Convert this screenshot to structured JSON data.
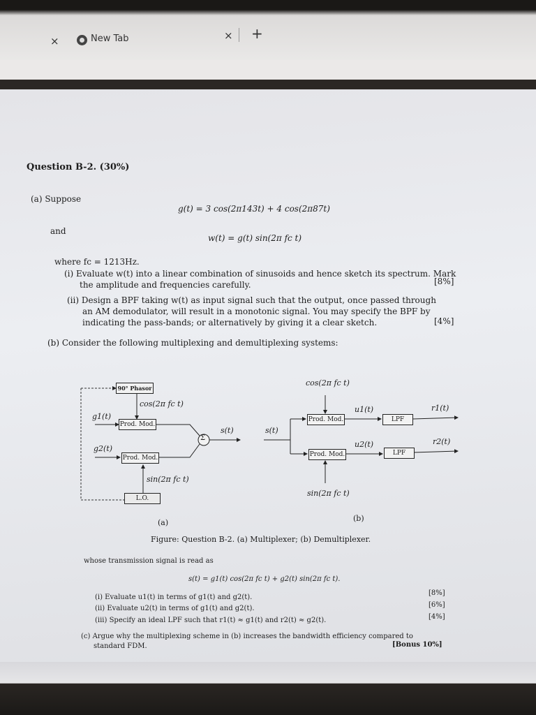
{
  "browser": {
    "tab_close_left": "×",
    "tab_title": "New Tab",
    "tab_close": "×",
    "new_tab": "+"
  },
  "question": {
    "heading": "Question B-2. (30%)",
    "part_a": {
      "label": "(a) Suppose",
      "eq1": "g(t) = 3 cos(2π143t) + 4 cos(2π87t)",
      "and": "and",
      "eq2": "w(t) = g(t) sin(2π fc t)",
      "where": "where fc = 1213Hz.",
      "i_line1": "(i) Evaluate w(t) into a linear combination of sinusoids and hence sketch its spectrum. Mark",
      "i_line2": "the amplitude and frequencies carefully.",
      "i_marks": "[8%]",
      "ii_line1": "(ii) Design a BPF taking w(t) as input signal such that the output, once passed through",
      "ii_line2": "an AM demodulator, will result in a monotonic signal. You may specify the BPF by",
      "ii_line3": "indicating the pass-bands; or alternatively by giving it a clear sketch.",
      "ii_marks": "[4%]"
    },
    "part_b": {
      "label": "(b) Consider the following multiplexing and demultiplexing systems:",
      "diagram": {
        "phasor": "90° Phasor",
        "cos_a": "cos(2π fc t)",
        "g1": "g1(t)",
        "g2": "g2(t)",
        "prod1": "Prod. Mod.",
        "prod2": "Prod. Mod.",
        "sigma": "Σ",
        "s_out": "s(t)",
        "s_in": "s(t)",
        "sin_a": "sin(2π fc t)",
        "lo": "L.O.",
        "cos_b": "cos(2π fc t)",
        "prod3": "Prod. Mod.",
        "prod4": "Prod. Mod.",
        "u1": "u1(t)",
        "u2": "u2(t)",
        "lpf1": "LPF",
        "lpf2": "LPF",
        "r1": "r1(t)",
        "r2": "r2(t)",
        "sin_b": "sin(2π fc t)",
        "label_a": "(a)",
        "label_b": "(b)"
      },
      "caption": "Figure: Question B-2. (a) Multiplexer; (b) Demultiplexer.",
      "transmission": "whose transmission signal is read as",
      "eq3": "s(t) = g1(t) cos(2π fc t) + g2(t) sin(2π fc t).",
      "i": "(i) Evaluate u1(t) in terms of g1(t) and g2(t).",
      "i_marks": "[8%]",
      "ii": "(ii) Evaluate u2(t) in terms of g1(t) and g2(t).",
      "ii_marks": "[6%]",
      "iii": "(iii) Specify an ideal LPF such that r1(t) ≈ g1(t) and r2(t) ≈ g2(t).",
      "iii_marks": "[4%]"
    },
    "part_c": {
      "line1": "(c) Argue why the multiplexing scheme in (b) increases the bandwidth efficiency compared to",
      "line2": "standard FDM.",
      "marks": "[Bonus 10%]"
    }
  }
}
